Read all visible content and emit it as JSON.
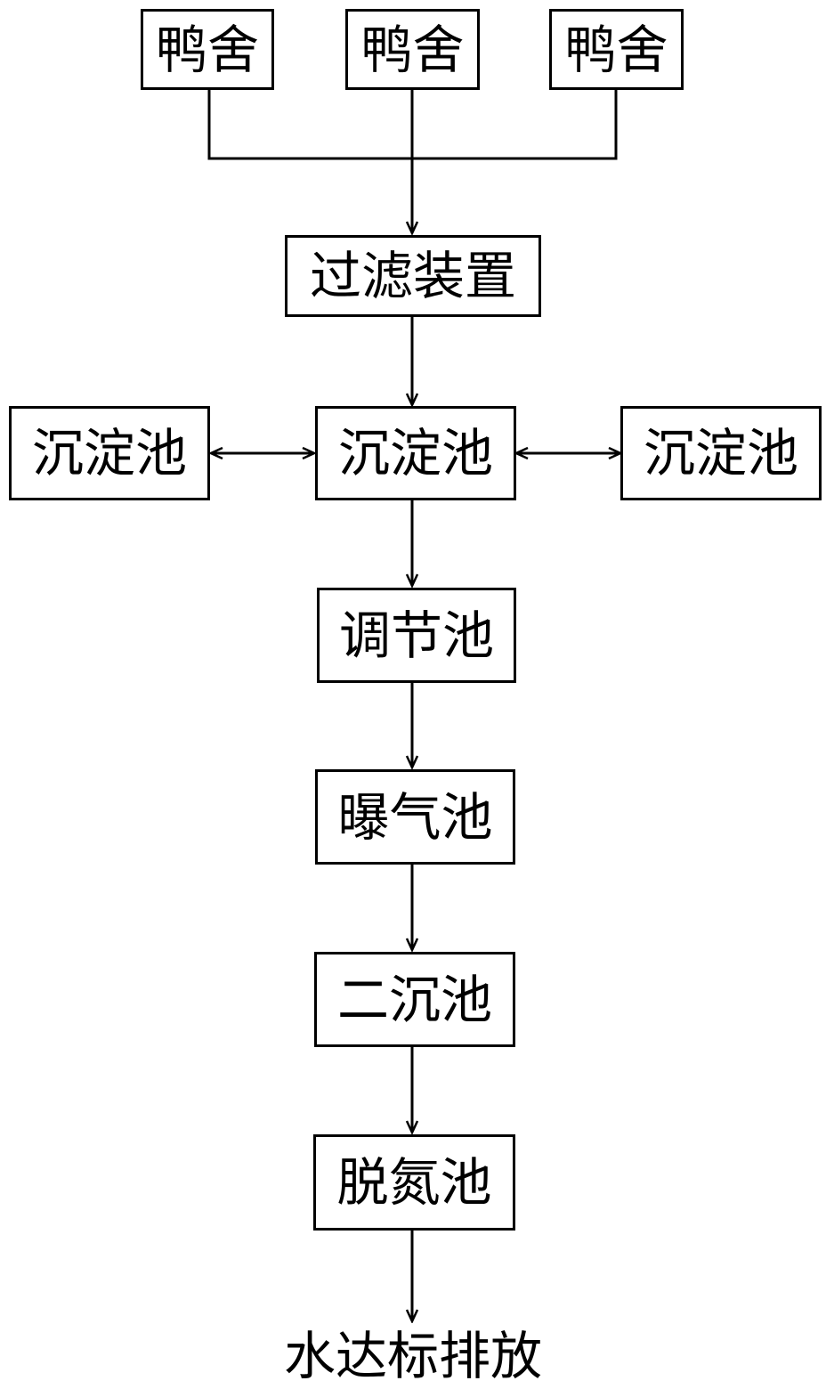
{
  "nodes": {
    "duck_house_1": "鸭舍",
    "duck_house_2": "鸭舍",
    "duck_house_3": "鸭舍",
    "filter": "过滤装置",
    "sed_left": "沉淀池",
    "sed_center": "沉淀池",
    "sed_right": "沉淀池",
    "regulating": "调节池",
    "aeration": "曝气池",
    "secondary": "二沉池",
    "denitrification": "脱氮池",
    "discharge": "水达标排放"
  },
  "edges": [
    {
      "from": "duck_house_1",
      "to": "filter"
    },
    {
      "from": "duck_house_2",
      "to": "filter"
    },
    {
      "from": "duck_house_3",
      "to": "filter"
    },
    {
      "from": "filter",
      "to": "sed_center"
    },
    {
      "from": "sed_center",
      "to": "sed_left",
      "bidirectional": true
    },
    {
      "from": "sed_center",
      "to": "sed_right",
      "bidirectional": true
    },
    {
      "from": "sed_center",
      "to": "regulating"
    },
    {
      "from": "regulating",
      "to": "aeration"
    },
    {
      "from": "aeration",
      "to": "secondary"
    },
    {
      "from": "secondary",
      "to": "denitrification"
    },
    {
      "from": "denitrification",
      "to": "discharge"
    }
  ]
}
